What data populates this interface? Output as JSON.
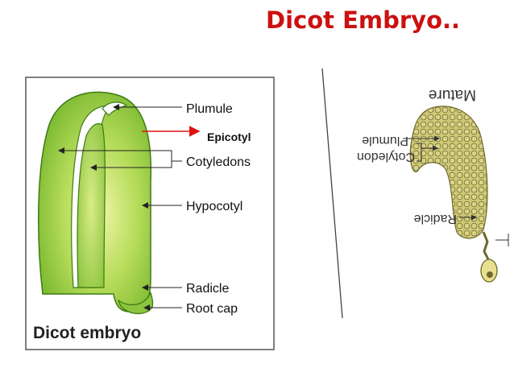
{
  "slide": {
    "title": "Dicot Embryo..",
    "title_color": "#cc1010"
  },
  "left_figure": {
    "caption": "Dicot embryo",
    "labels": {
      "plumule": "Plumule",
      "cotyledons": "Cotyledons",
      "hypocotyl": "Hypocotyl",
      "radicle": "Radicle",
      "root_cap": "Root cap"
    },
    "annotation": {
      "text": "Epicotyl",
      "arrow_color": "#e01010"
    },
    "colors": {
      "embryo_fill": "#8cc63f",
      "embryo_highlight": "#e9f29a",
      "embryo_outline": "#3d7a12"
    }
  },
  "right_figure": {
    "labels": {
      "mature": "Mature",
      "plumule": "Plumule",
      "cotyledon": "Cotyledon",
      "radicle": "Radicle"
    },
    "colors": {
      "cell_fill": "#c8c86a",
      "cell_outline": "#6d6a2a"
    }
  }
}
